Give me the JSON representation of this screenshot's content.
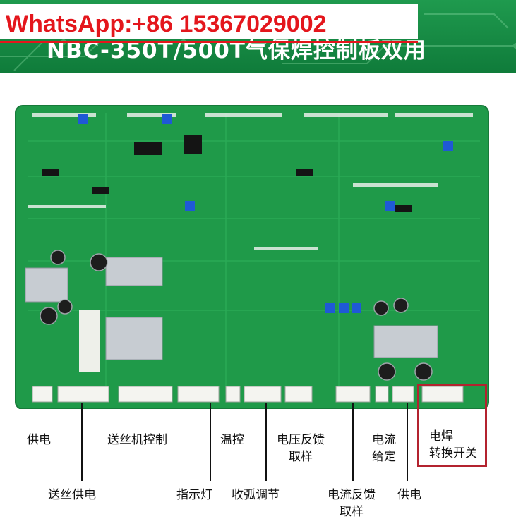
{
  "banner": {
    "title": "NBC-350T/500T气保焊控制板双用",
    "watermark": "WhatsApp:+86 15367029002"
  },
  "board": {
    "name": "welding-control-board",
    "colors": {
      "pcb": "#1f9a49",
      "pcb_dark": "#12783a",
      "silk": "#e6f3e7",
      "accent": "#b3232f"
    }
  },
  "connectors": {
    "power_supply": "供电",
    "wire_feed_control": "送丝机控制",
    "temperature_control": "温控",
    "voltage_feedback_line1": "电压反馈",
    "voltage_feedback_line2": "取样",
    "current_setting_line1": "电流",
    "current_setting_line2": "给定",
    "switch_line1": "电焊",
    "switch_line2": "转换开关",
    "wire_feed_power": "送丝供电",
    "indicator_light": "指示灯",
    "arc_adjust": "收弧调节",
    "current_feedback_line1": "电流反馈",
    "current_feedback_line2": "取样",
    "power_supply_2": "供电"
  }
}
